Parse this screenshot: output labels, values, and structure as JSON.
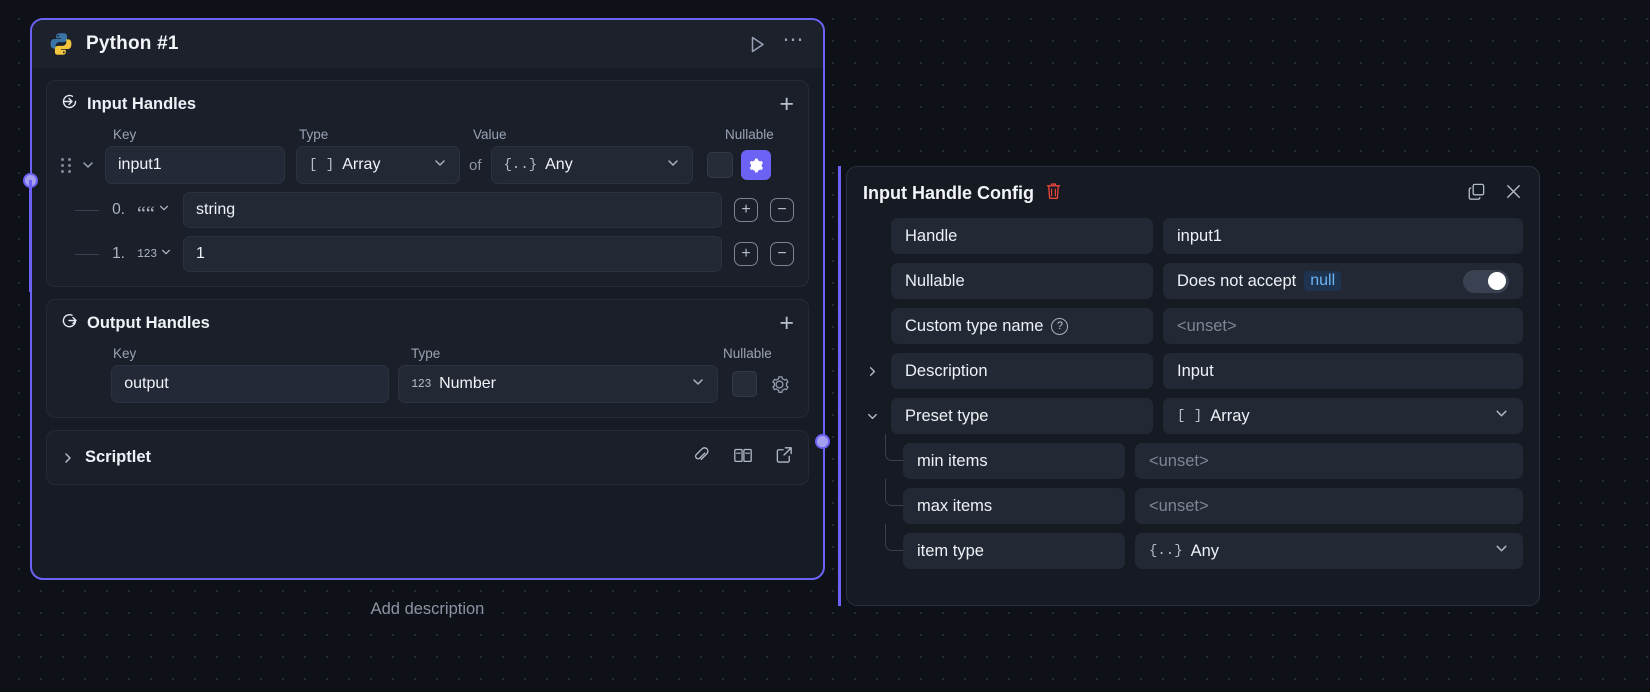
{
  "node": {
    "icon": "python-icon",
    "title": "Python #1",
    "run_icon": "play-icon",
    "menu_icon": "more-options-icon",
    "add_description": "Add description",
    "input_section": {
      "icon": "arrow-into-circle-icon",
      "title": "Input Handles",
      "add_icon": "plus-icon",
      "columns": [
        "Key",
        "Type",
        "Value",
        "Nullable"
      ],
      "of_label": "of",
      "handle": {
        "key": "input1",
        "type_prefix": "[ ]",
        "type": "Array",
        "value_prefix": "{..}",
        "value": "Any",
        "nullable_checked": false,
        "gear_active": true
      },
      "items": [
        {
          "index": "0.",
          "kind": "string-icon",
          "kind_glyph": "““",
          "value": "string"
        },
        {
          "index": "1.",
          "kind": "number-icon",
          "kind_glyph": "123",
          "value": "1"
        }
      ],
      "add_item_icon": "plus-circle-icon",
      "remove_item_icon": "minus-circle-icon"
    },
    "output_section": {
      "icon": "arrow-out-of-circle-icon",
      "title": "Output Handles",
      "add_icon": "plus-icon",
      "columns": [
        "Key",
        "Type",
        "Nullable"
      ],
      "handle": {
        "key": "output",
        "type_prefix": "123",
        "type": "Number",
        "nullable_checked": false,
        "gear_active": false
      }
    },
    "scriptlet": {
      "label": "Scriptlet",
      "expand_icon": "chevron-right-icon",
      "icons": [
        "attachment-icon",
        "docs-icon",
        "open-external-icon"
      ]
    }
  },
  "config": {
    "title": "Input Handle Config",
    "delete_icon": "trash-icon",
    "copy_icon": "duplicate-icon",
    "close_icon": "close-icon",
    "rows": [
      {
        "key": "Handle",
        "value": "input1",
        "kind": "text"
      },
      {
        "key": "Nullable",
        "value": "Does not accept",
        "badge": "null",
        "kind": "toggle",
        "toggle_on": false
      },
      {
        "key": "Custom type name",
        "help": "help-icon",
        "value": "<unset>",
        "kind": "muted"
      },
      {
        "key": "Description",
        "value": "Input",
        "kind": "text",
        "twist": "chevron-right-icon"
      },
      {
        "key": "Preset type",
        "value_prefix": "[ ]",
        "value": "Array",
        "kind": "select",
        "twist": "chevron-down-icon"
      }
    ],
    "children": [
      {
        "key": "min items",
        "value": "<unset>",
        "kind": "muted"
      },
      {
        "key": "max items",
        "value": "<unset>",
        "kind": "muted"
      },
      {
        "key": "item type",
        "value_prefix": "{..}",
        "value": "Any",
        "kind": "select"
      }
    ]
  },
  "colors": {
    "accent": "#6c63f5",
    "handle": "#a5a0ee",
    "danger": "#e8453c",
    "null_badge_bg": "#1d3350",
    "null_badge_fg": "#6db3f2"
  }
}
